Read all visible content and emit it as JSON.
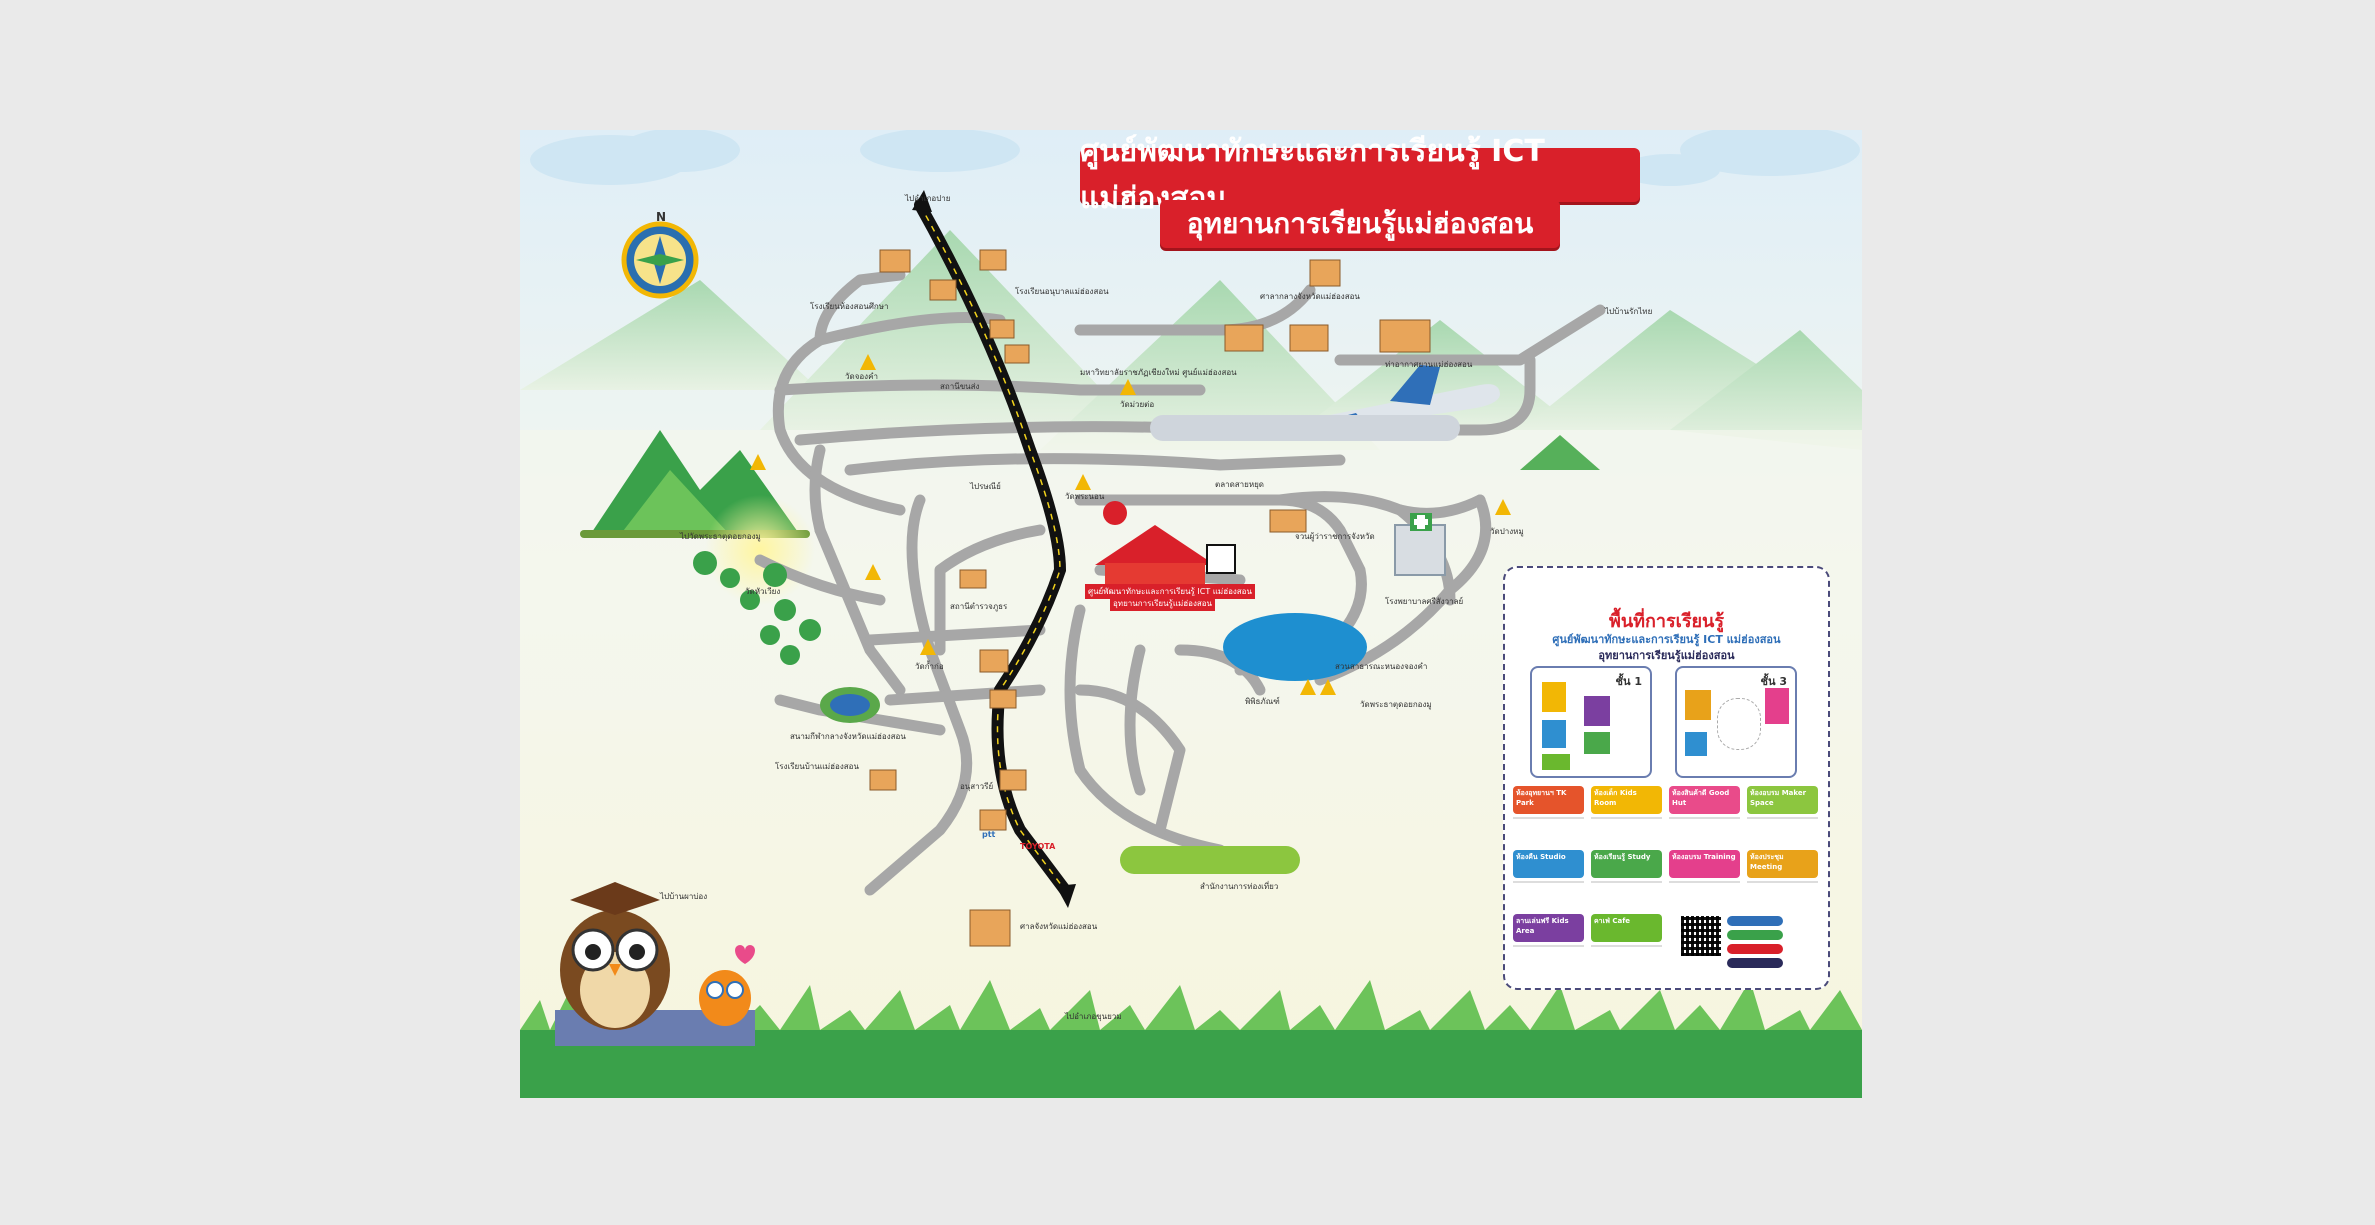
{
  "title": {
    "line1": "ศูนย์พัฒนาทักษะและการเรียนรู้ ICT แม่ฮ่องสอน",
    "line2": "อุทยานการเรียนรู้แม่ฮ่องสอน"
  },
  "compass": {
    "north": "N"
  },
  "map_labels": {
    "to_pai": "ไปอำเภอปาย",
    "to_khunyuam": "ไปอำเภอขุนยวม",
    "to_pang_mapha": "ไปบ้านรักไทย",
    "to_ban_pang_tong": "ไปบ้านผาบ่อง",
    "to_doi_kongmu": "ไปวัดพระธาตุดอยกองมู",
    "center": "ศูนย์พัฒนาทักษะและการเรียนรู้ ICT แม่ฮ่องสอน",
    "center_sub": "อุทยานการเรียนรู้แม่ฮ่องสอน",
    "lake": "สวนสาธารณะหนองจองคำ",
    "hospital": "โรงพยาบาลศรีสังวาลย์",
    "temple1": "วัดพระธาตุดอยกองมู",
    "temple2": "วัดจองคำ",
    "temple3": "วัดหัวเวียง",
    "temple4": "วัดก้ำก่อ",
    "temple5": "วัดพระนอน",
    "temple6": "วัดม่วยต่อ",
    "temple7": "วัดปางหมู",
    "police": "สถานีตำรวจภูธร",
    "stadium": "สนามกีฬากลางจังหวัดแม่ฮ่องสอน",
    "school1": "โรงเรียนห้องสอนศึกษา",
    "school2": "โรงเรียนอนุบาลแม่ฮ่องสอน",
    "school3": "โรงเรียนบ้านแม่ฮ่องสอน",
    "airport": "ท่าอากาศยานแม่ฮ่องสอน",
    "city_hall": "ศาลากลางจังหวัดแม่ฮ่องสอน",
    "market": "ตลาดสายหยุด",
    "toyota": "TOYOTA",
    "ptt": "ptt",
    "bus": "สถานีขนส่ง",
    "post": "ไปรษณีย์",
    "university": "มหาวิทยาลัยราชภัฏเชียงใหม่ ศูนย์แม่ฮ่องสอน",
    "museum": "พิพิธภัณฑ์",
    "residence": "จวนผู้ว่าราชการจังหวัด",
    "courthouse": "ศาลจังหวัดแม่ฮ่องสอน",
    "tourism": "สำนักงานการท่องเที่ยว",
    "monument": "อนุสาวรีย์"
  },
  "legend": {
    "heading": "พื้นที่การเรียนรู้",
    "subheading1": "ศูนย์พัฒนาทักษะและการเรียนรู้ ICT แม่ฮ่องสอน",
    "subheading2": "อุทยานการเรียนรู้แม่ฮ่องสอน",
    "floor1": "ชั้น 1",
    "floor3": "ชั้น 3",
    "tiles": [
      {
        "label": "ห้องอุทยานฯ TK Park",
        "color": "#e5542b"
      },
      {
        "label": "ห้องเด็ก Kids Room",
        "color": "#f2b705"
      },
      {
        "label": "ห้องสินค้าดี Good Hut",
        "color": "#e94b8a"
      },
      {
        "label": "ห้องอบรม Maker Space",
        "color": "#8cc63f"
      },
      {
        "label": "ห้องคืน Studio",
        "color": "#2f8fd0"
      },
      {
        "label": "ห้องเรียนรู้ Study",
        "color": "#4aa84a"
      },
      {
        "label": "ห้องอบรม Training",
        "color": "#e43f8c"
      },
      {
        "label": "ห้องประชุม Meeting",
        "color": "#e8a21a"
      },
      {
        "label": "ลานเล่นฟรี Kids Area",
        "color": "#7b3fa0"
      },
      {
        "label": "คาเฟ่ Cafe",
        "color": "#6ab82e"
      }
    ]
  }
}
